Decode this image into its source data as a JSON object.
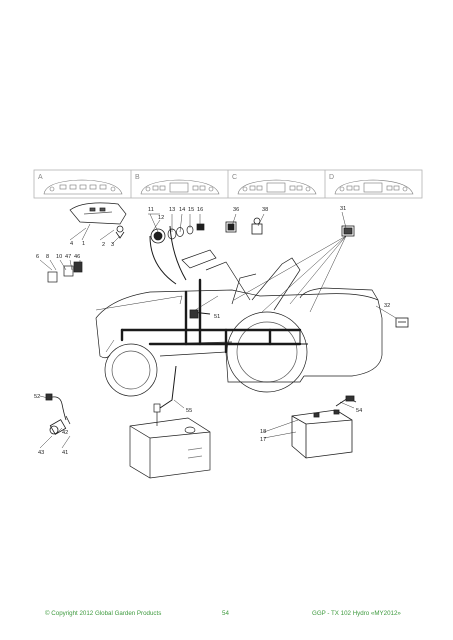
{
  "colors": {
    "line": "#1f1f1f",
    "frame": "#b3b3b3",
    "harness": "#1a1a1a",
    "footer_text": "#3d9a3d"
  },
  "dashboard_panels": [
    "A",
    "B",
    "C",
    "D"
  ],
  "part_numbers": [
    "11",
    "12",
    "13",
    "14",
    "15",
    "16",
    "36",
    "38",
    "31",
    "32",
    "4",
    "1",
    "2",
    "3",
    "6",
    "8",
    "10",
    "47",
    "46",
    "51",
    "52",
    "42",
    "43",
    "41",
    "55",
    "54",
    "18",
    "17"
  ],
  "footer": {
    "copyright": "© Copyright 2012 Global Garden Products",
    "page_number": "54",
    "model": "GGP - TX 102 Hydro «MY2012»"
  }
}
